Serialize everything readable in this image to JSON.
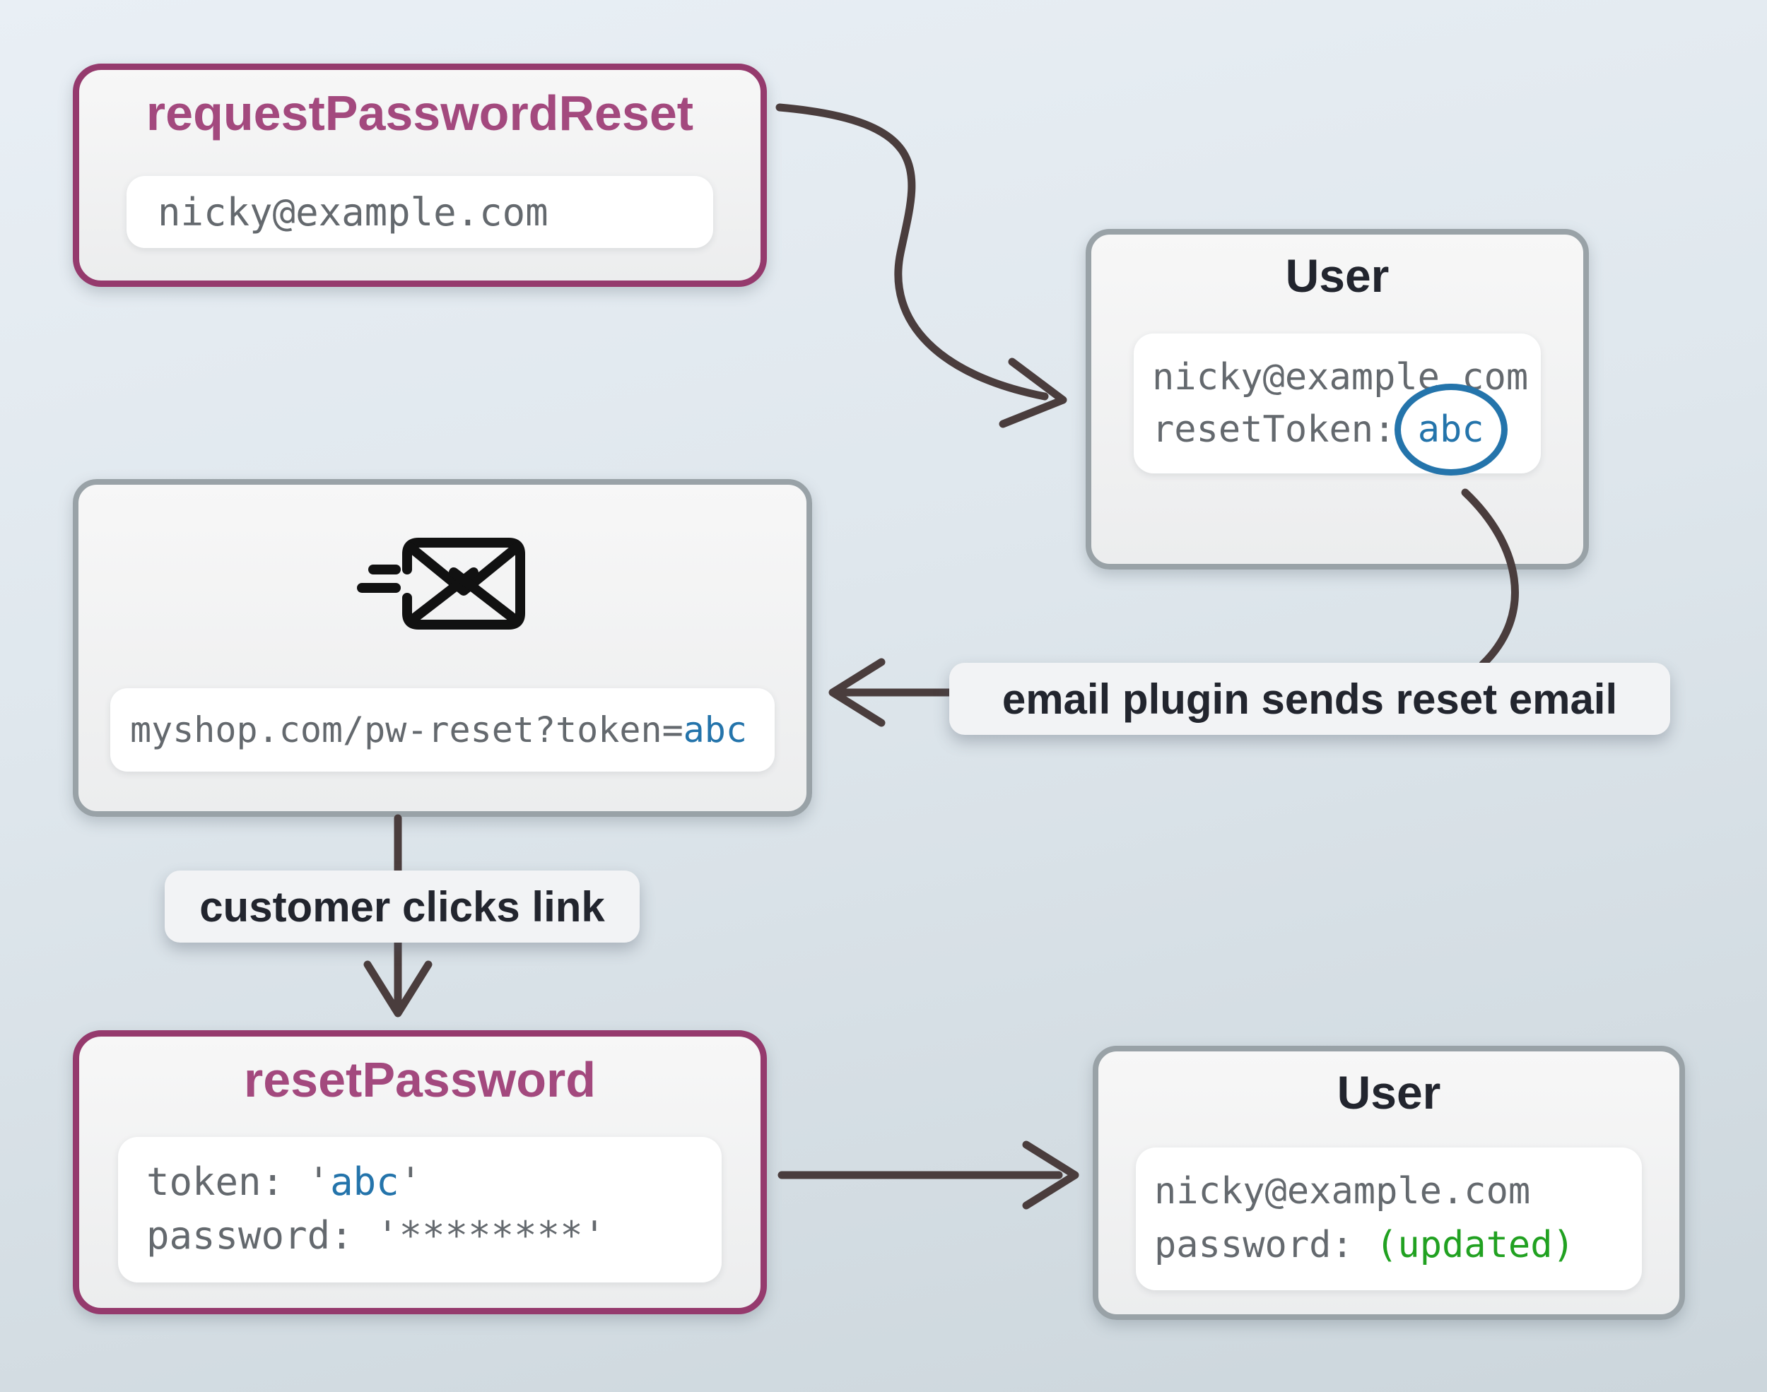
{
  "colors": {
    "accent_purple": "#953a6d",
    "title_purple": "#a3497e",
    "accent_blue": "#2474ab",
    "accent_green": "#21a121",
    "mono_gray": "#64696e",
    "dark_title": "#22252e",
    "box_border_gray": "#99a2a7",
    "arrow": "#4a3d3d"
  },
  "nodes": {
    "request_password_reset": {
      "title": "requestPasswordReset",
      "email_field": "nicky@example.com"
    },
    "user_after_request": {
      "title": "User",
      "email": "nicky@example.com",
      "reset_token_label": "resetToken: ",
      "reset_token_value": "abc"
    },
    "reset_email": {
      "icon": "send-email-icon",
      "link_prefix": "myshop.com/pw-reset?token=",
      "link_token": "abc"
    },
    "reset_password": {
      "title": "resetPassword",
      "token_prefix": "token: '",
      "token_value": "abc",
      "token_suffix": "'",
      "password_line": "password: '********'"
    },
    "user_after_reset": {
      "title": "User",
      "email": "nicky@example.com",
      "password_label": "password: ",
      "password_value": "(updated)"
    }
  },
  "annotations": {
    "email_plugin": "email plugin sends reset email",
    "customer_clicks": "customer clicks link"
  }
}
